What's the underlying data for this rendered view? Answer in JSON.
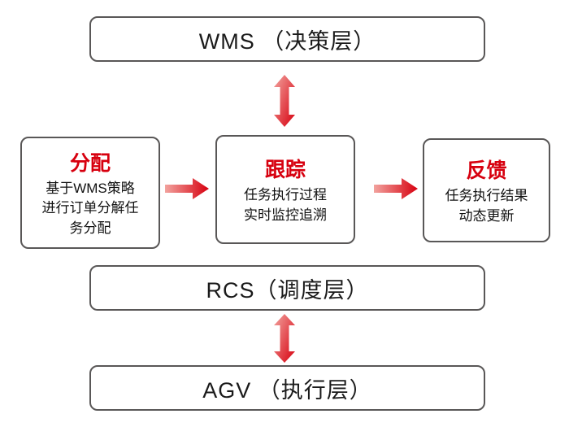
{
  "diagram": {
    "colors": {
      "accent_red": "#d7000f",
      "arrow_gradient_light": "#f2a39e",
      "box_border": "#595757",
      "text": "#1a1a1a"
    },
    "top_box": {
      "label": "WMS （决策层）"
    },
    "steps": [
      {
        "title": "分配",
        "body": "基于WMS策略\n进行订单分解任\n务分配"
      },
      {
        "title": "跟踪",
        "body": "任务执行过程\n实时监控追溯"
      },
      {
        "title": "反馈",
        "body": "任务执行结果\n动态更新"
      }
    ],
    "rcs_box": {
      "label": "RCS（调度层）"
    },
    "agv_box": {
      "label": "AGV （执行层）"
    }
  }
}
